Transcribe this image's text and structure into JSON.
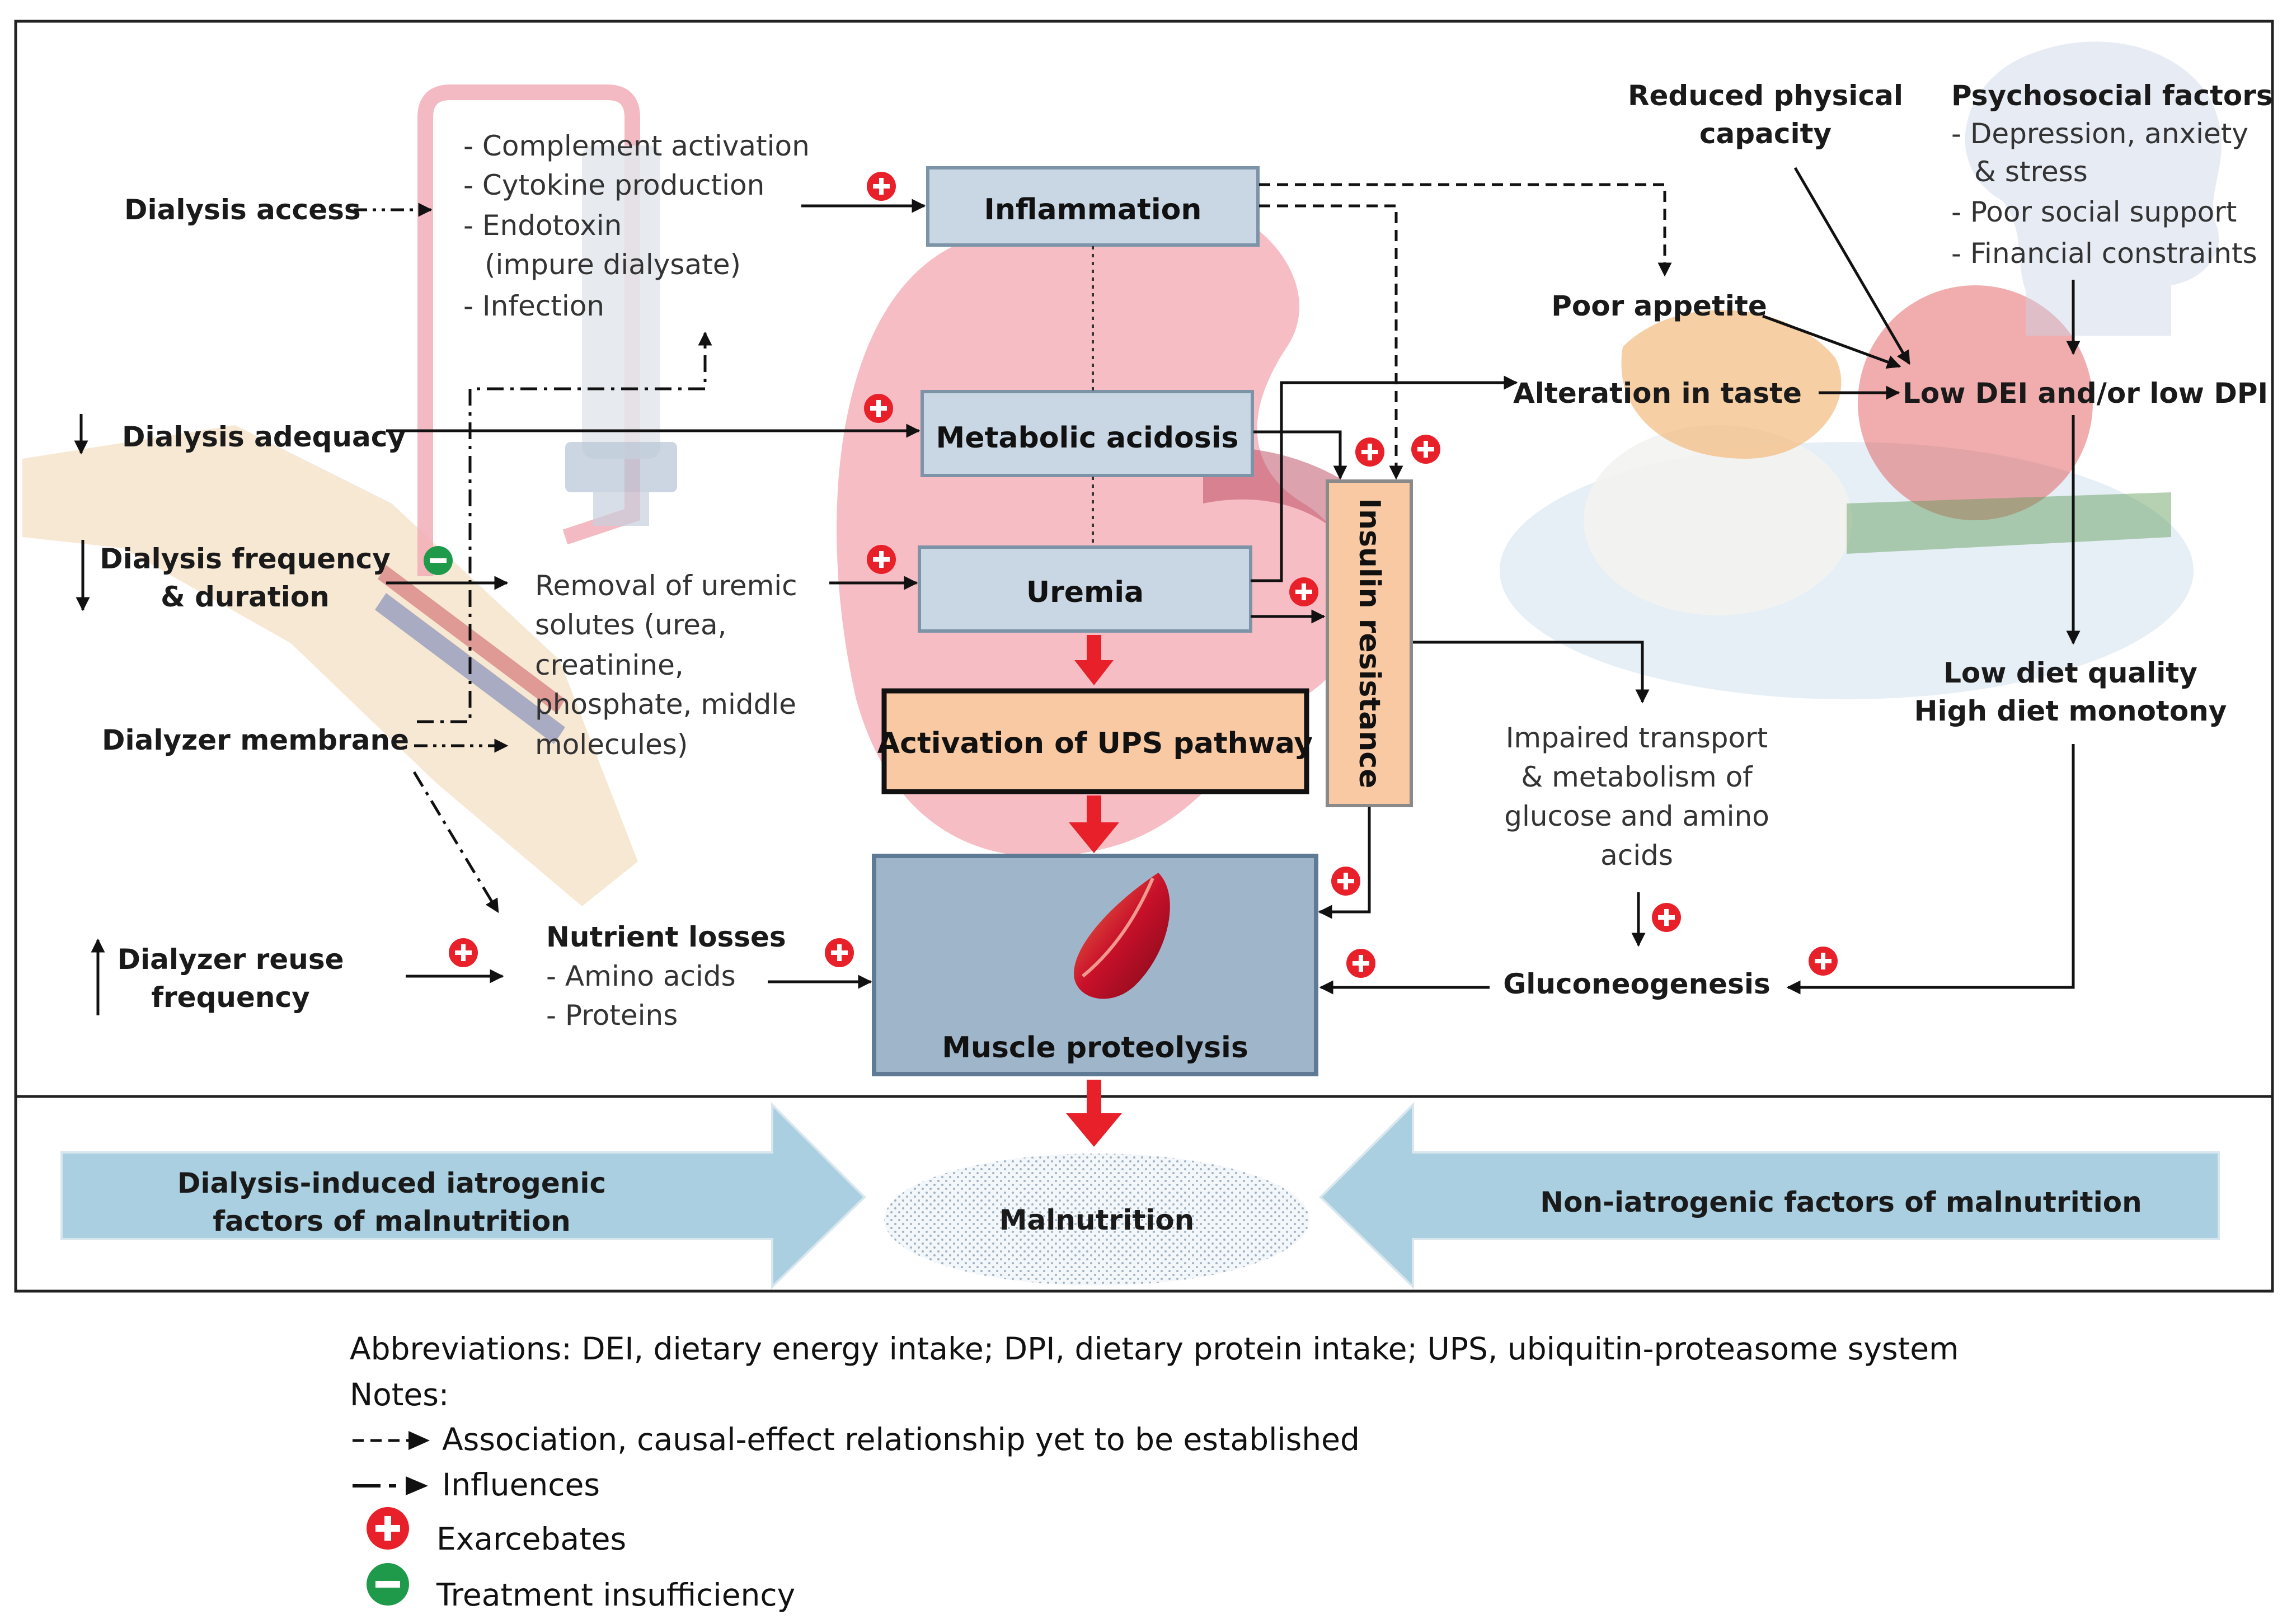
{
  "left_factors": {
    "dialysis_access": "Dialysis access",
    "dialysis_adequacy": "Dialysis adequacy",
    "dialysis_frequency_1": "Dialysis frequency",
    "dialysis_frequency_2": "& duration",
    "dialyzer_membrane": "Dialyzer membrane",
    "dialyzer_reuse_1": "Dialyzer reuse",
    "dialyzer_reuse_2": "frequency"
  },
  "inflammation_causes": [
    "- Complement activation",
    "- Cytokine production",
    "- Endotoxin",
    "(impure dialysate)",
    "- Infection"
  ],
  "uremic_removal": [
    "Removal of uremic",
    "solutes (urea,",
    "creatinine,",
    "phosphate, middle",
    "molecules)"
  ],
  "nutrient_losses": {
    "title": "Nutrient losses",
    "items": [
      "- Amino acids",
      "- Proteins"
    ]
  },
  "center_boxes": {
    "inflammation": "Inflammation",
    "metabolic_acidosis": "Metabolic acidosis",
    "uremia": "Uremia",
    "ups": "Activation of UPS pathway",
    "insulin_resistance": "Insulin resistance",
    "muscle_proteolysis": "Muscle proteolysis"
  },
  "right_factors": {
    "reduced_physical_1": "Reduced physical",
    "reduced_physical_2": "capacity",
    "psychosocial_title": "Psychosocial factors",
    "psychosocial_items": [
      "- Depression, anxiety",
      "& stress",
      "- Poor social support",
      "- Financial constraints"
    ],
    "poor_appetite": "Poor appetite",
    "alteration_taste": "Alteration in taste",
    "low_dei": "Low DEI and/or low DPI",
    "low_diet_quality": "Low diet quality",
    "high_diet_monotony": "High diet monotony",
    "impaired_transport": [
      "Impaired transport",
      "& metabolism of",
      "glucose and amino",
      "acids"
    ],
    "gluconeogenesis": "Gluconeogenesis"
  },
  "bottom": {
    "iatrogenic_1": "Dialysis-induced iatrogenic",
    "iatrogenic_2": "factors of malnutrition",
    "malnutrition": "Malnutrition",
    "non_iatrogenic": "Non-iatrogenic factors of malnutrition"
  },
  "footer": {
    "abbreviations": "Abbreviations: DEI, dietary energy intake; DPI, dietary protein intake; UPS, ubiquitin-proteasome system",
    "notes": "Notes:",
    "legend": {
      "dashed": "Association, causal-effect relationship yet to be established",
      "dash_dot": "Influences",
      "plus": "Exarcebates",
      "minus": "Treatment insufficiency"
    }
  },
  "colors": {
    "box_fill": "#c9d7e4",
    "box_border": "#7d93a8",
    "ups_fill": "#f9c9a4",
    "muscle_box": "#9fb6ca",
    "plus": "#e8202a",
    "minus": "#1e9a4a",
    "band_arrow": "#a9cfe0",
    "kidney": "#f4a7b1"
  }
}
